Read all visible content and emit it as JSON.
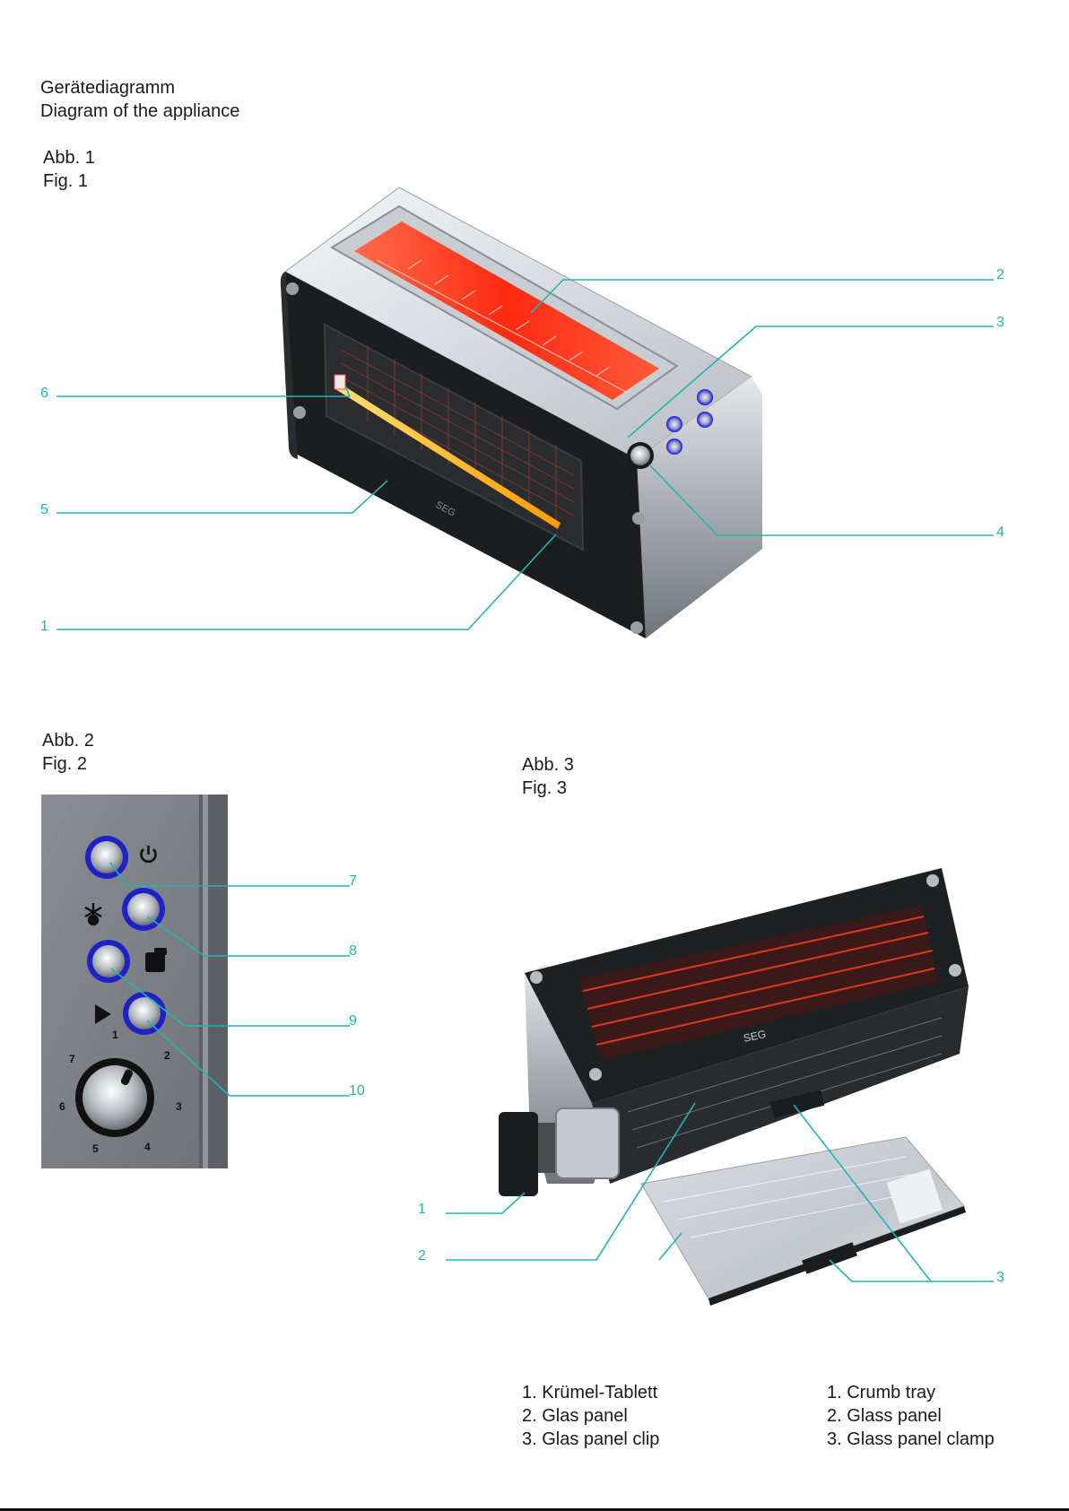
{
  "header": {
    "title_de": "Gerätediagramm",
    "title_en": "Diagram of the appliance"
  },
  "fig1": {
    "label_de": "Abb. 1",
    "label_en": "Fig. 1",
    "callouts": [
      "1",
      "2",
      "3",
      "4",
      "5",
      "6"
    ]
  },
  "fig2": {
    "label_de": "Abb. 2",
    "label_en": "Fig. 2",
    "callouts": [
      "7",
      "8",
      "9",
      "10"
    ],
    "dial_numbers": [
      "1",
      "2",
      "3",
      "4",
      "5",
      "6",
      "7"
    ]
  },
  "fig3": {
    "label_de": "Abb. 3",
    "label_en": "Fig. 3",
    "callouts": [
      "1",
      "2",
      "3"
    ]
  },
  "legend": {
    "de": [
      "1. Krümel-Tablett",
      "2. Glas panel",
      "3. Glas panel clip"
    ],
    "en": [
      "1. Crumb tray",
      "2. Glass panel",
      "3. Glass panel clamp"
    ]
  },
  "colors": {
    "callout": "#1fb5b5",
    "heat": "#ff3b1f",
    "led": "#3a3aff",
    "glow": "#ffb000"
  },
  "icons": [
    "power-icon",
    "defrost-icon",
    "reheat-icon",
    "play-icon"
  ]
}
